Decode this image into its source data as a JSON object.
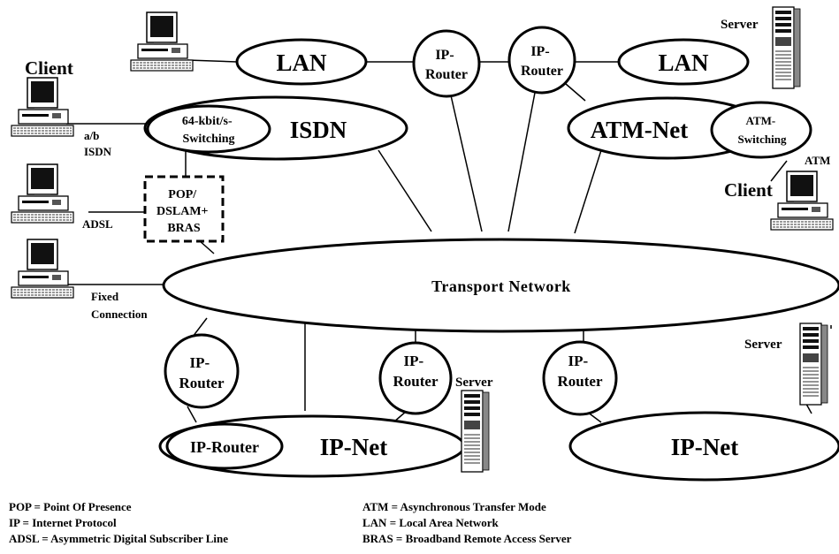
{
  "diagram": {
    "nodes": {
      "lan_top_left": "LAN",
      "lan_top_right": "LAN",
      "router_top_1": [
        "IP-",
        "Router"
      ],
      "router_top_2": [
        "IP-",
        "Router"
      ],
      "isdn": "ISDN",
      "switching_64k": [
        "64-kbit/s-",
        "Switching"
      ],
      "atm_net": "ATM-Net",
      "atm_switching": [
        "ATM-",
        "Switching"
      ],
      "pop_box": [
        "POP/",
        "DSLAM+",
        "BRAS"
      ],
      "transport": "Transport Network",
      "router_bottom_1": [
        "IP-",
        "Router"
      ],
      "router_bottom_2": [
        "IP-",
        "Router"
      ],
      "router_bottom_3": [
        "IP-",
        "Router"
      ],
      "ip_net_left": "IP-Net",
      "ip_router_inner": "IP-Router",
      "ip_net_right": "IP-Net"
    },
    "labels": {
      "client_left": "Client",
      "ab": "a/b",
      "isdn_small": "ISDN",
      "adsl": "ADSL",
      "fixed": [
        "Fixed",
        "Connection"
      ],
      "client_right": "Client",
      "atm_small": "ATM",
      "server_top": "Server",
      "server_mid": "Server",
      "server_right": "Server"
    },
    "devices": {
      "computer": "computer-icon",
      "server": "server-tower-icon"
    }
  },
  "legend": {
    "left": [
      "POP = Point Of Presence",
      "IP = Internet Protocol",
      "ADSL = Asymmetric Digital Subscriber Line"
    ],
    "right": [
      "ATM = Asynchronous Transfer Mode",
      "LAN = Local Area Network",
      "BRAS = Broadband Remote Access Server"
    ]
  }
}
